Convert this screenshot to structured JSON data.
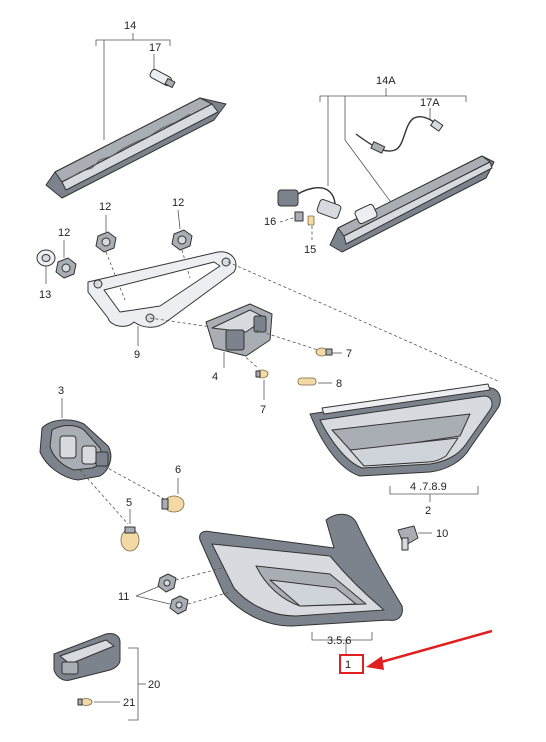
{
  "labels": {
    "p14": "14",
    "p17": "17",
    "p14A": "14A",
    "p17A": "17A",
    "p16": "16",
    "p15": "15",
    "p12a": "12",
    "p12b": "12",
    "p12c": "12",
    "p13": "13",
    "p9": "9",
    "p4": "4",
    "p7a": "7",
    "p7b": "7",
    "p8": "8",
    "p3": "3",
    "p6": "6",
    "p5": "5",
    "p2refs": "4 .7.8.9",
    "p2": "2",
    "p10": "10",
    "p11": "11",
    "p1refs": "3.5.6",
    "p1": "1",
    "p20": "20",
    "p21": "21"
  },
  "colors": {
    "highlight": "#e02020",
    "line": "#555555"
  }
}
